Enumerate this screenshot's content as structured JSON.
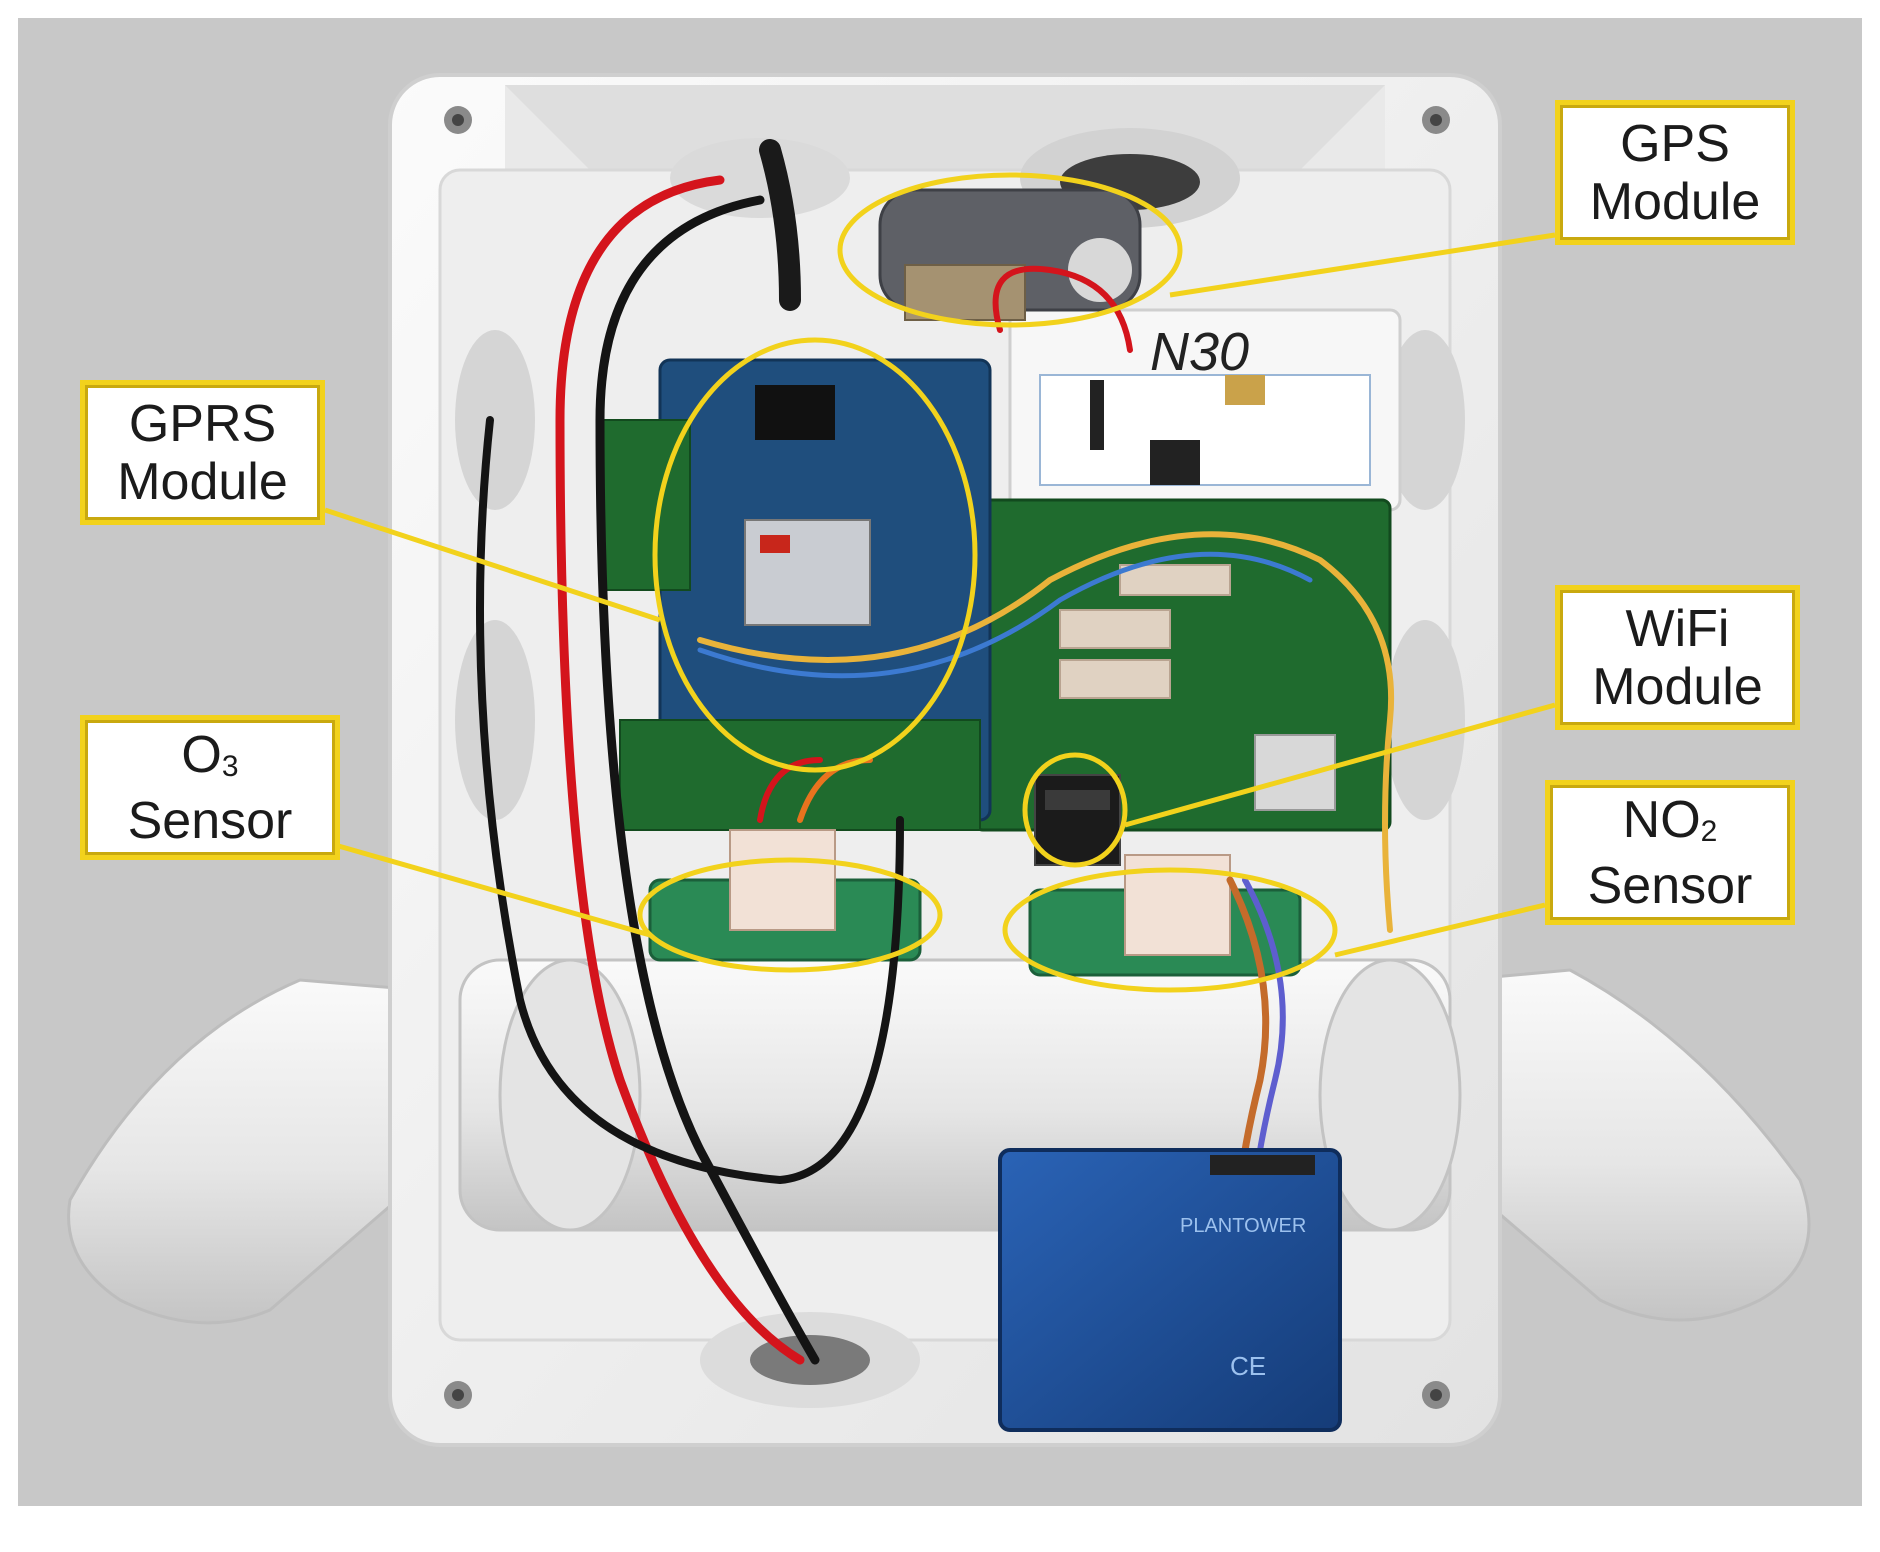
{
  "labels": {
    "gps": {
      "line1": "GPS",
      "line2": "Module"
    },
    "gprs": {
      "line1": "GPRS",
      "line2": "Module"
    },
    "wifi": {
      "line1": "WiFi",
      "line2": "Module"
    },
    "o3": {
      "line1_main": "O",
      "line1_sub": "3",
      "line2": "Sensor"
    },
    "no2": {
      "line1_main": "NO",
      "line1_sub": "2",
      "line2": "Sensor"
    }
  },
  "markings": {
    "board_tag": "N30",
    "pm_sensor_brand": "PLANTOWER",
    "pm_sensor_mark": "CE"
  },
  "colors": {
    "background": "#c8c8c8",
    "enclosure": "#f1f1f1",
    "highlight": "#f2d21c",
    "pcb_green": "#1f6b2e",
    "pcb_blue": "#1f4e7d",
    "pm_sensor_blue": "#1b4c92",
    "wire_red": "#d4141c",
    "wire_black": "#141414"
  }
}
